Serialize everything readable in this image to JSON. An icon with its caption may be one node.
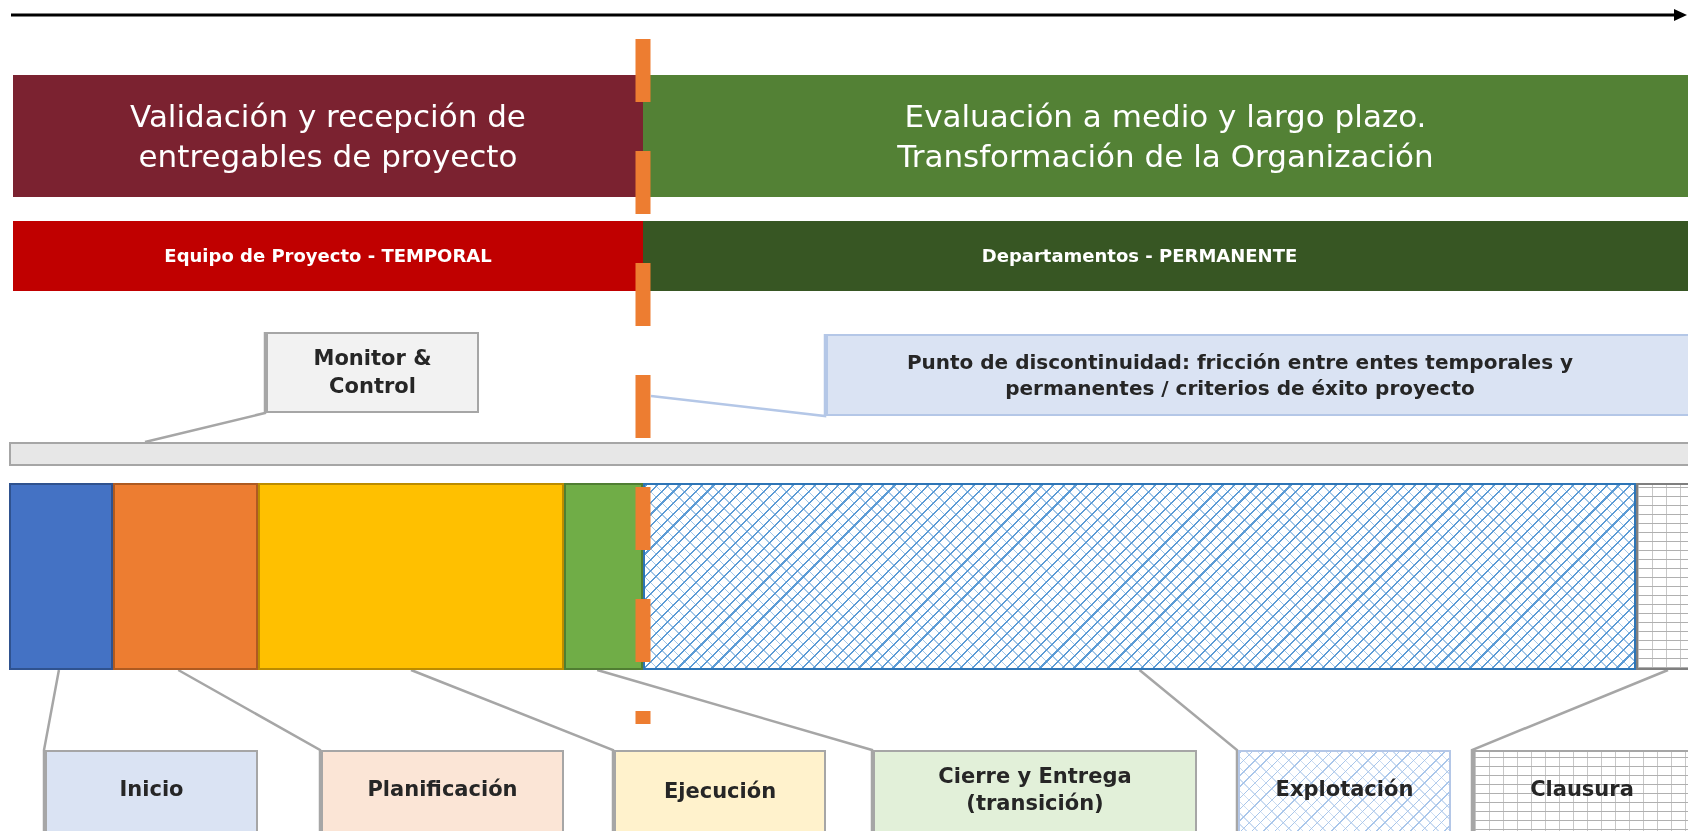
{
  "diagram": {
    "nodes": [
      {
        "text": [
          "Validación y recepción de entregables de proyecto"
        ]
      },
      {
        "text": [
          "Evaluación a medio y largo plazo. Transformación de la Organización"
        ]
      },
      {
        "text": [
          "Equipo de Proyecto - TEMPORAL"
        ]
      },
      {
        "text": [
          "Departamentos - PERMANENTE"
        ]
      },
      {
        "text": [
          "Monitor & Control"
        ]
      },
      {
        "text": [
          "Punto de discontinuidad: fricción entre entes temporales y permanentes / criterios de éxito proyecto"
        ]
      },
      {
        "text": [],
        "shape": "bar"
      },
      {
        "text": [],
        "shape": "bar"
      },
      {
        "text": [],
        "shape": "bar"
      },
      {
        "text": [],
        "shape": "bar"
      },
      {
        "text": [],
        "shape": "bar"
      },
      {
        "text": [],
        "shape": "bar"
      },
      {
        "text": [],
        "shape": "bar"
      },
      {
        "text": [
          "Inicio"
        ]
      },
      {
        "text": [
          "Planificación"
        ]
      },
      {
        "text": [
          "Ejecución"
        ]
      },
      {
        "text": [
          "Cierre y Entrega (transición)"
        ]
      },
      {
        "text": [
          "Explotación"
        ]
      },
      {
        "text": [
          "Clausura"
        ]
      }
    ],
    "edges": [
      {
        "from": 4,
        "to": 6,
        "arrow": "none"
      },
      {
        "from": 5,
        "to": null,
        "arrow": "none",
        "color": "#b4c7e7"
      },
      {
        "from": 13,
        "to": 7,
        "arrow": "none"
      },
      {
        "from": 14,
        "to": 8,
        "arrow": "none"
      },
      {
        "from": 15,
        "to": 9,
        "arrow": "none"
      },
      {
        "from": 16,
        "to": 10,
        "arrow": "none"
      },
      {
        "from": 17,
        "to": 11,
        "arrow": "none"
      },
      {
        "from": 18,
        "to": 12,
        "arrow": "none"
      }
    ]
  }
}
